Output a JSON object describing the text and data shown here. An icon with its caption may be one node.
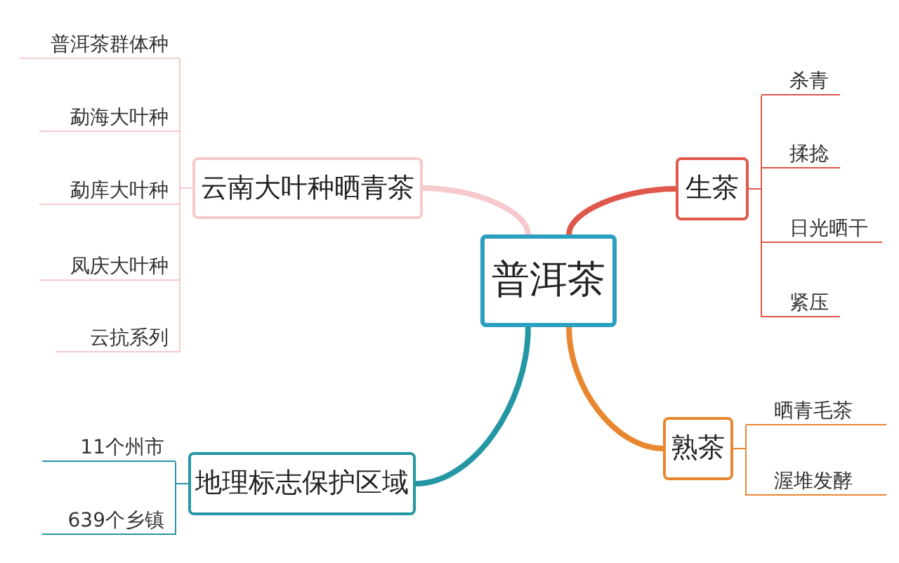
{
  "diagram": {
    "nodes": [
      {
        "text": [
          "普洱茶"
        ]
      },
      {
        "text": [
          "云南大叶种晒青茶"
        ]
      },
      {
        "text": [
          "普洱茶群体种"
        ]
      },
      {
        "text": [
          "勐海大叶种"
        ]
      },
      {
        "text": [
          "勐库大叶种"
        ]
      },
      {
        "text": [
          "凤庆大叶种"
        ]
      },
      {
        "text": [
          "云抗系列"
        ]
      },
      {
        "text": [
          "生茶"
        ]
      },
      {
        "text": [
          "杀青"
        ]
      },
      {
        "text": [
          "揉捻"
        ]
      },
      {
        "text": [
          "日光晒干"
        ]
      },
      {
        "text": [
          "紧压"
        ]
      },
      {
        "text": [
          "熟茶"
        ]
      },
      {
        "text": [
          "晒青毛茶"
        ]
      },
      {
        "text": [
          "渥堆发酵"
        ]
      },
      {
        "text": [
          "地理标志保护区域"
        ]
      },
      {
        "text": [
          "11个州市"
        ]
      },
      {
        "text": [
          "639个乡镇"
        ]
      }
    ],
    "edges": [
      {
        "from": 0,
        "to": 1,
        "arrow": "none",
        "style": "thick",
        "color": "#f6c9cd"
      },
      {
        "from": 1,
        "to": 2,
        "arrow": "none",
        "color": "#f6c9cd"
      },
      {
        "from": 1,
        "to": 3,
        "arrow": "none",
        "color": "#f6c9cd"
      },
      {
        "from": 1,
        "to": 4,
        "arrow": "none",
        "color": "#f6c9cd"
      },
      {
        "from": 1,
        "to": 5,
        "arrow": "none",
        "color": "#f6c9cd"
      },
      {
        "from": 1,
        "to": 6,
        "arrow": "none",
        "color": "#f6c9cd"
      },
      {
        "from": 0,
        "to": 7,
        "arrow": "none",
        "style": "thick",
        "color": "#e0574c"
      },
      {
        "from": 7,
        "to": 8,
        "arrow": "none",
        "color": "#e0574c"
      },
      {
        "from": 7,
        "to": 9,
        "arrow": "none",
        "color": "#e0574c"
      },
      {
        "from": 7,
        "to": 10,
        "arrow": "none",
        "color": "#e0574c"
      },
      {
        "from": 7,
        "to": 11,
        "arrow": "none",
        "color": "#e0574c"
      },
      {
        "from": 0,
        "to": 12,
        "arrow": "none",
        "style": "thick",
        "color": "#e8872f"
      },
      {
        "from": 12,
        "to": 13,
        "arrow": "none",
        "color": "#e8872f"
      },
      {
        "from": 12,
        "to": 14,
        "arrow": "none",
        "color": "#e8872f"
      },
      {
        "from": 0,
        "to": 15,
        "arrow": "none",
        "style": "thick",
        "color": "#2596a4"
      },
      {
        "from": 15,
        "to": 16,
        "arrow": "none",
        "color": "#2596a4"
      },
      {
        "from": 15,
        "to": 17,
        "arrow": "none",
        "color": "#2596a4"
      }
    ]
  }
}
